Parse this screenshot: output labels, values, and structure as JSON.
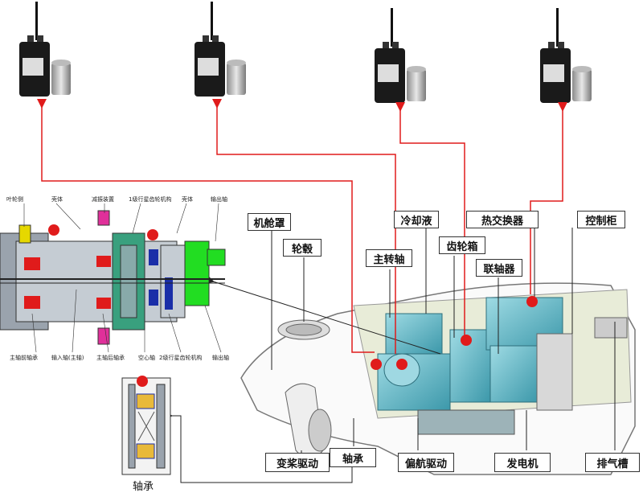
{
  "nacelle_labels": {
    "cover": "机舱罩",
    "hub": "轮毂",
    "main_shaft": "主转轴",
    "coolant": "冷却液",
    "gearbox": "齿轮箱",
    "heat_exchanger": "热交换器",
    "coupling": "联轴器",
    "control_cabinet": "控制柜",
    "pitch_drive": "变桨驱动",
    "bearing": "轴承",
    "yaw_drive": "偏航驱动",
    "generator": "发电机",
    "exhaust_duct": "排气槽"
  },
  "gearbox_labels": {
    "blade_sensor": "叶轮侧",
    "housing": "壳体",
    "damping_device": "减振装置",
    "stage1_planetary": "1级行星齿轮机构",
    "housing2": "壳体",
    "output_shaft_top": "输出轴",
    "main_front_bearing": "主轴前轴承",
    "input_shaft": "输入轴(主轴)",
    "main_rear_bearing": "主轴后轴承",
    "hollow_shaft": "空心轴",
    "stage2_planetary": "2级行星齿轮机构",
    "output_shaft_bottom": "输出轴"
  },
  "bearing_caption": "轴承",
  "colors": {
    "connector": "#e01b1b",
    "sensor_body": "#1a1a1a",
    "machine_teal": "#58b6c6",
    "gear_green": "#22dd22",
    "gear_blue": "#1a2ea8",
    "gear_magenta": "#e0309a"
  }
}
